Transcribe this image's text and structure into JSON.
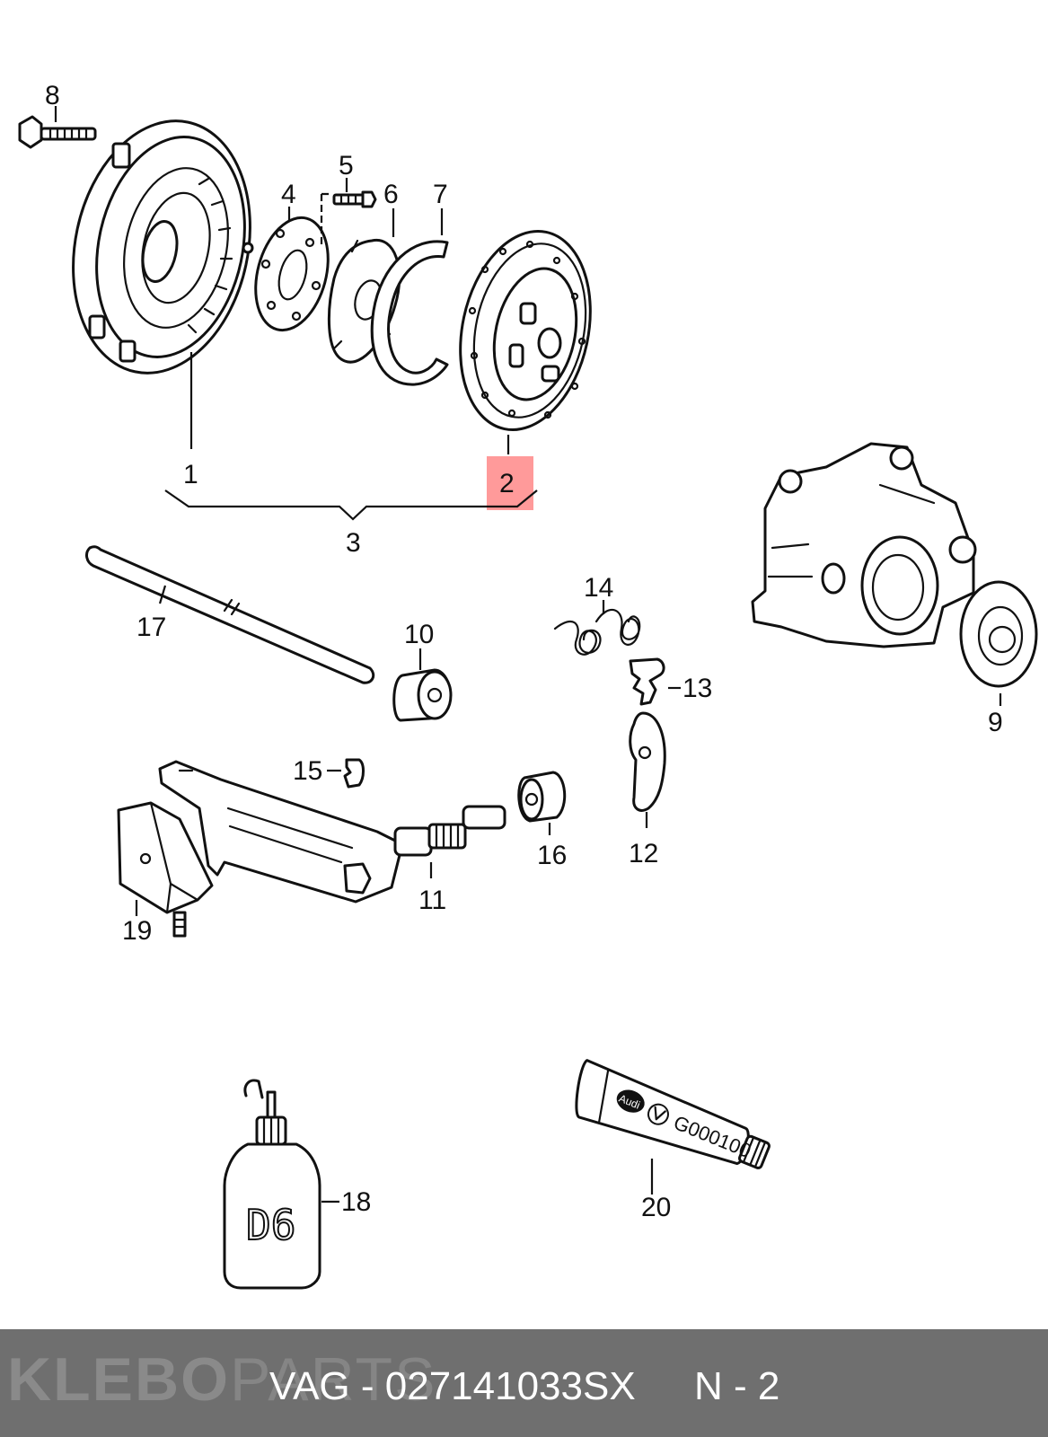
{
  "callouts": {
    "c1": "1",
    "c2": "2",
    "c3": "3",
    "c4": "4",
    "c5": "5",
    "c6": "6",
    "c7": "7",
    "c8": "8",
    "c9": "9",
    "c10": "10",
    "c11": "11",
    "c12": "12",
    "c13": "13",
    "c14": "14",
    "c15": "15",
    "c16": "16",
    "c17": "17",
    "c18": "18",
    "c19": "19",
    "c20": "20"
  },
  "highlighted_callout": "2",
  "highlight_color": "#ff9a9a",
  "product_labels": {
    "bottle": "D6",
    "tube_code": "G000100",
    "tube_brand": "Audi"
  },
  "footer": {
    "watermark_part1": "KLEBO",
    "watermark_part2": "PARTS",
    "part_number": "VAG - 027141033SX",
    "position": "N - 2",
    "background_color": "#6f6f6f"
  }
}
